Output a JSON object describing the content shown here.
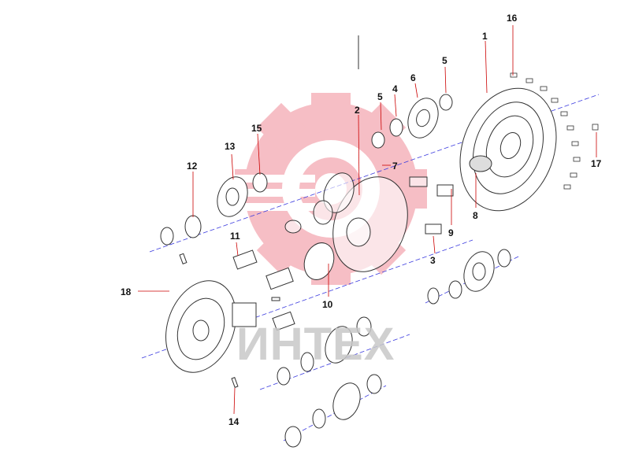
{
  "diagram": {
    "watermark_text": "ИНТЕХ",
    "logo_color": "#f08a96",
    "part_labels": [
      "1",
      "2",
      "3",
      "4",
      "5",
      "5",
      "6",
      "7",
      "8",
      "9",
      "10",
      "11",
      "12",
      "13",
      "14",
      "15",
      "16",
      "17",
      "18"
    ]
  }
}
